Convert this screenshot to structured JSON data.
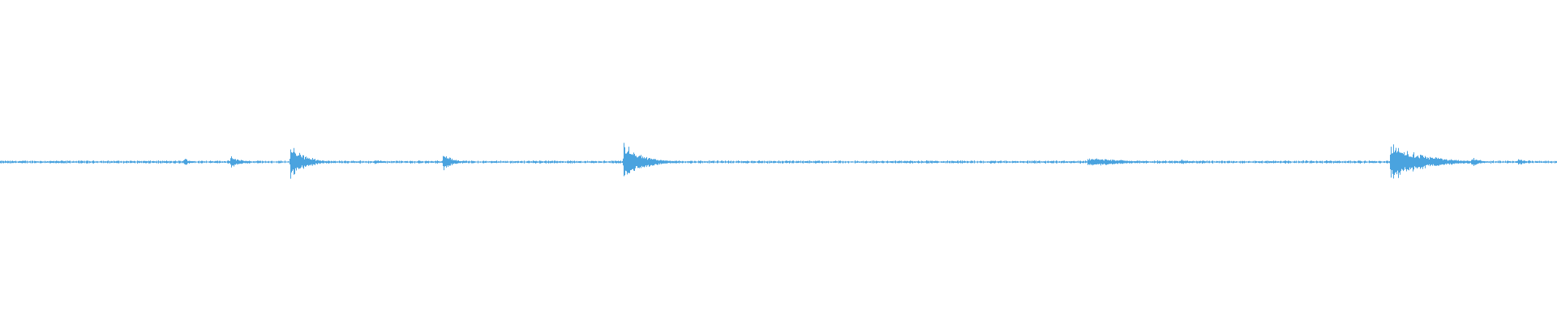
{
  "waveform": {
    "color": "#4aa3df",
    "background": "#ffffff",
    "bursts": [
      {
        "at": 0.118,
        "amp": 0.14,
        "decay": 0.004
      },
      {
        "at": 0.148,
        "amp": 0.22,
        "decay": 0.006
      },
      {
        "at": 0.1865,
        "amp": 0.62,
        "decay": 0.009
      },
      {
        "at": 0.2405,
        "amp": 0.1,
        "decay": 0.004
      },
      {
        "at": 0.2845,
        "amp": 0.3,
        "decay": 0.006
      },
      {
        "at": 0.4005,
        "amp": 0.72,
        "decay": 0.011
      },
      {
        "at": 0.6985,
        "amp": 0.16,
        "decay": 0.025
      },
      {
        "at": 0.7585,
        "amp": 0.1,
        "decay": 0.005
      },
      {
        "at": 0.893,
        "amp": 0.66,
        "decay": 0.02
      },
      {
        "at": 0.921,
        "amp": 0.24,
        "decay": 0.008
      },
      {
        "at": 0.945,
        "amp": 0.16,
        "decay": 0.006
      },
      {
        "at": 0.975,
        "amp": 0.12,
        "decay": 0.005
      }
    ],
    "noise_floor": 0.04
  }
}
